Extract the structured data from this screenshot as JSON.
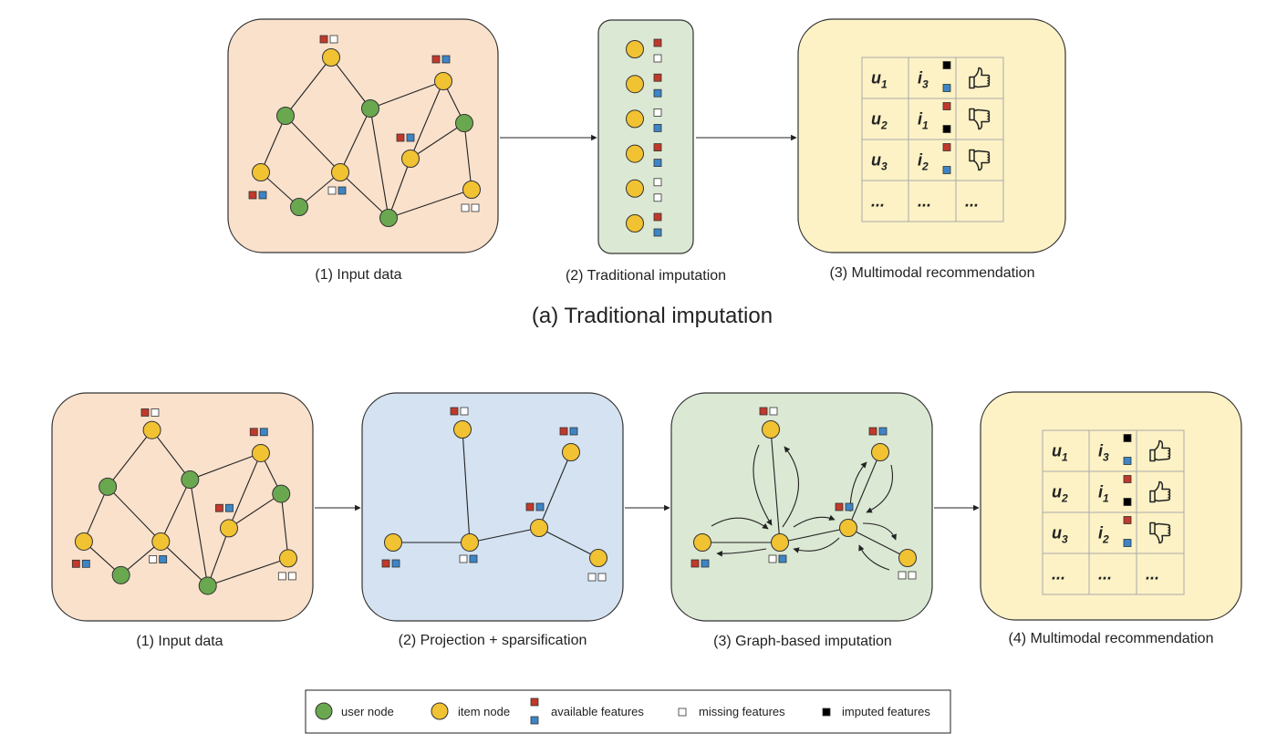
{
  "section_a": {
    "title": "(a) Traditional imputation",
    "captions": [
      "(1) Input data",
      "(2) Traditional imputation",
      "(3) Multimodal recommendation"
    ]
  },
  "section_b": {
    "captions": [
      "(1) Input data",
      "(2) Projection + sparsification",
      "(3) Graph-based imputation",
      "(4) Multimodal recommendation"
    ]
  },
  "tables": {
    "a": [
      {
        "u": "u",
        "u_sub": "1",
        "i": "i",
        "i_sub": "3",
        "feat": [
          "imputed",
          "blue"
        ],
        "rating": "thumbs-up-icon"
      },
      {
        "u": "u",
        "u_sub": "2",
        "i": "i",
        "i_sub": "1",
        "feat": [
          "red",
          "imputed"
        ],
        "rating": "thumbs-down-icon"
      },
      {
        "u": "u",
        "u_sub": "3",
        "i": "i",
        "i_sub": "2",
        "feat": [
          "red",
          "blue"
        ],
        "rating": "thumbs-down-icon"
      }
    ],
    "b": [
      {
        "u": "u",
        "u_sub": "1",
        "i": "i",
        "i_sub": "3",
        "feat": [
          "imputed",
          "blue"
        ],
        "rating": "thumbs-up-icon"
      },
      {
        "u": "u",
        "u_sub": "2",
        "i": "i",
        "i_sub": "1",
        "feat": [
          "red",
          "imputed"
        ],
        "rating": "thumbs-up-icon"
      },
      {
        "u": "u",
        "u_sub": "3",
        "i": "i",
        "i_sub": "2",
        "feat": [
          "red",
          "blue"
        ],
        "rating": "thumbs-down-icon"
      }
    ],
    "ellipsis": "..."
  },
  "legend": {
    "user_node": "user node",
    "item_node": "item node",
    "available": "available features",
    "missing": "missing features",
    "imputed": "imputed features"
  },
  "colors": {
    "user_node": "#6aa84f",
    "item_node": "#f1c232",
    "feature_red": "#c0392b",
    "feature_blue": "#3d85c6",
    "feature_missing": "#ffffff",
    "feature_imputed": "#000000",
    "panel_input": "#f9e1cc",
    "panel_imputation": "#dbe8d4",
    "panel_recommendation": "#fcf2c5",
    "panel_projection": "#d4e2f1"
  }
}
